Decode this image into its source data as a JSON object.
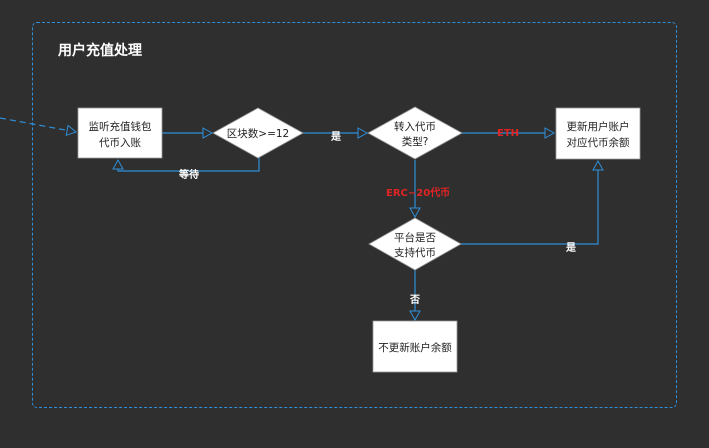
{
  "title": "用户充值处理",
  "nodes": {
    "monitor": [
      "监听充值钱包",
      "代币入账"
    ],
    "blocks": [
      "区块数>=12"
    ],
    "type": [
      "转入代币",
      "类型?"
    ],
    "update": [
      "更新用户账户",
      "对应代币余额"
    ],
    "support": [
      "平台是否",
      "支持代币"
    ],
    "noupdate": [
      "不更新账户余额"
    ]
  },
  "edges": {
    "wait": "等待",
    "yes1": "是",
    "eth": "ETH",
    "erc": "ERC−20代币",
    "yes2": "是",
    "no": "否"
  },
  "colors": {
    "line": "#2f8fd8",
    "red": "#e02424",
    "box": "#ffffff"
  }
}
